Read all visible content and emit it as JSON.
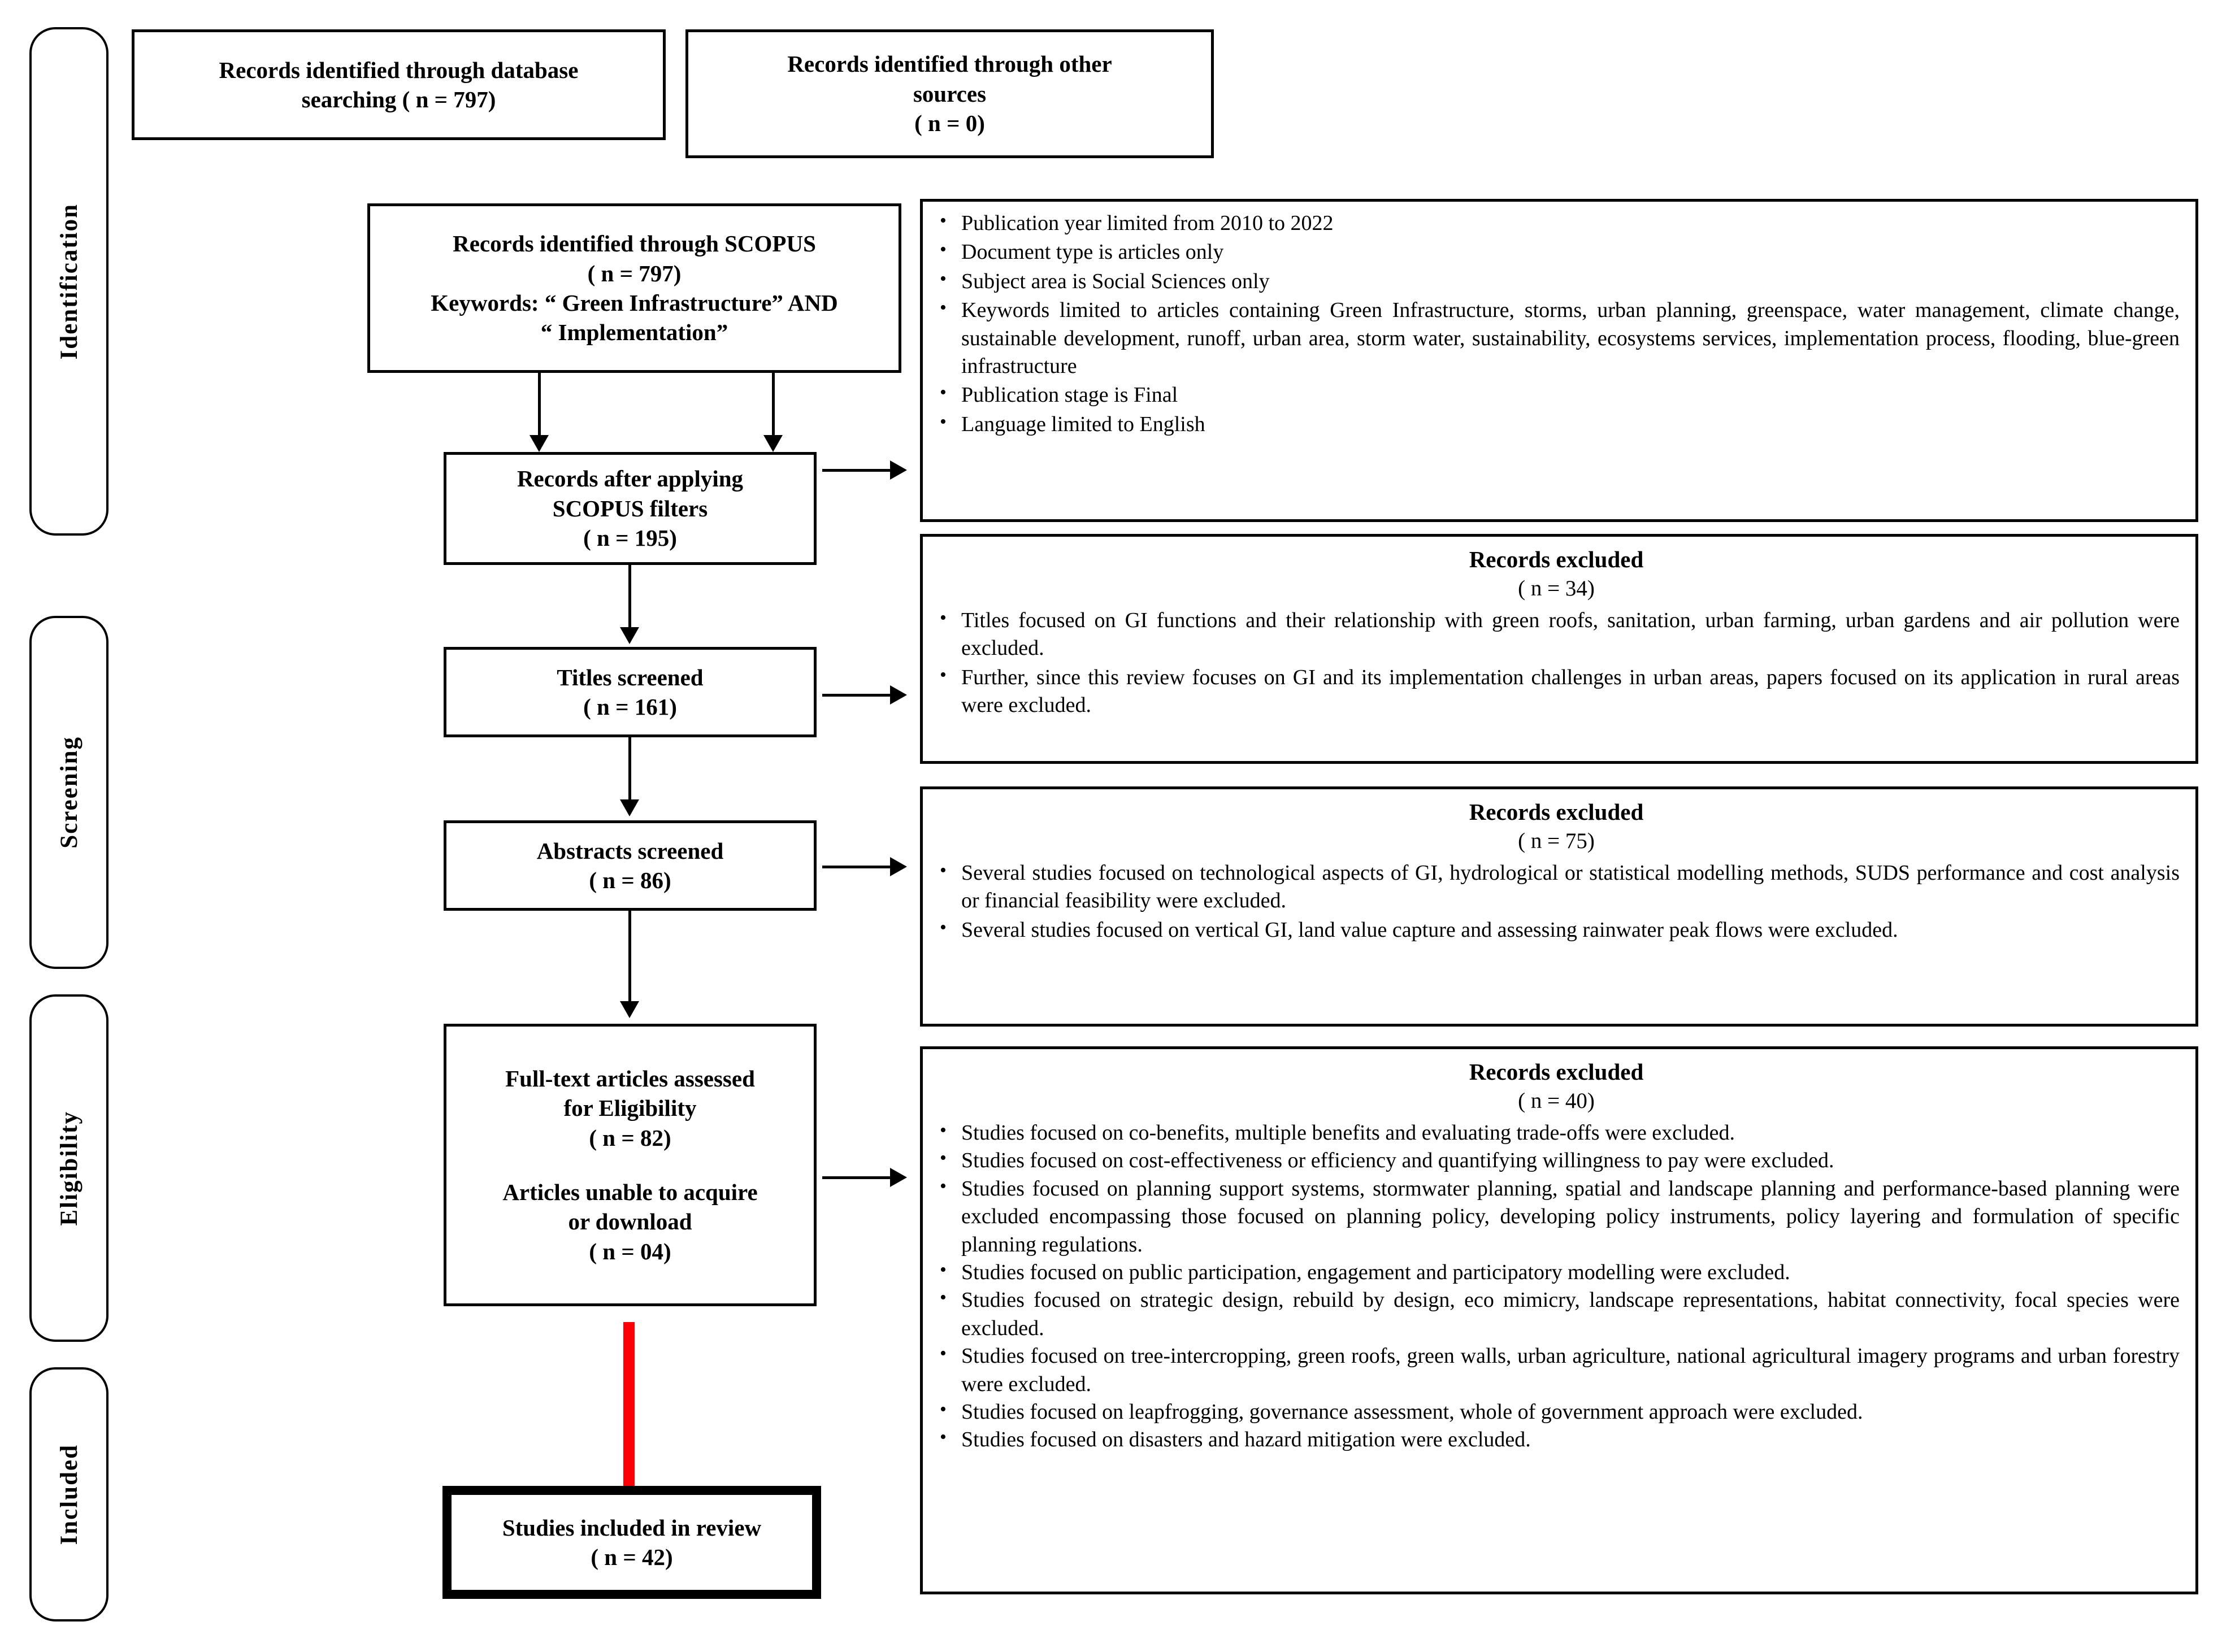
{
  "phases": [
    {
      "label": "Identification"
    },
    {
      "label": "Screening"
    },
    {
      "label": "Eligibility"
    },
    {
      "label": "Included"
    }
  ],
  "boxes": {
    "database_search": {
      "line1": "Records identified through database",
      "line2": "searching ( n = 797)"
    },
    "other_sources": {
      "line1": "Records identified through other",
      "line2": "sources",
      "line3": "( n = 0)"
    },
    "scopus": {
      "line1": "Records identified through SCOPUS",
      "line2": "( n = 797)",
      "line3": "Keywords: “ Green Infrastructure” AND",
      "line4": "“ Implementation”"
    },
    "after_filters": {
      "line1": "Records after applying",
      "line2": "SCOPUS filters",
      "line3": "( n = 195)"
    },
    "titles_screened": {
      "line1": "Titles screened",
      "line2": "( n = 161)"
    },
    "abstracts_screened": {
      "line1": "Abstracts screened",
      "line2": "( n =  86)"
    },
    "full_text": {
      "line1": "Full-text articles assessed",
      "line2": "for Eligibility",
      "line3": "( n = 82)",
      "line4": "Articles unable to acquire",
      "line5": "or download",
      "line6": "( n = 04)"
    },
    "included": {
      "line1": "Studies included in review",
      "line2": "( n = 42)"
    }
  },
  "panels": {
    "scopus_filters": {
      "items": [
        "Publication year limited  from 2010 to 2022",
        "Document type is articles only",
        "Subject area is Social Sciences only",
        "Keywords limited to articles containing Green Infrastructure, storms, urban planning, greenspace, water management, climate change, sustainable development, runoff, urban area, storm water, sustainability, ecosystems services, implementation process, flooding, blue-green infrastructure",
        "Publication stage is Final",
        "Language limited  to English"
      ]
    },
    "excluded_34": {
      "head": "Records excluded",
      "sub": "( n = 34)",
      "items": [
        "Titles  focused  on  GI  functions  and  their relationship with  green  roofs,  sanitation,  urban  farming,  urban gardens and air pollution were excluded.",
        "Further, since this review focuses on GI and its implementation challenges in urban areas, papers focused on its application in rural areas were excluded."
      ]
    },
    "excluded_75": {
      "head": "Records excluded",
      "sub": "( n = 75)",
      "items": [
        "Several studies focused on technological aspects of GI, hydrological or statistical  modelling methods, SUDS performance and cost analysis or financial feasibility were excluded.",
        "Several studies focused on vertical GI, land value capture and assessing rainwater peak flows were excluded."
      ]
    },
    "excluded_40": {
      "head": "Records excluded",
      "sub": "( n = 40)",
      "items": [
        "Studies focused on co-benefits, multiple benefits and evaluating trade-offs were excluded.",
        "Studies focused on cost-effectiveness or efficiency and quantifying willingness to pay were excluded.",
        "Studies focused on planning support systems, stormwater planning, spatial and landscape planning and performance-based planning were excluded encompassing those focused on planning policy, developing policy instruments, policy layering and formulation of specific planning regulations.",
        "Studies focused on public participation, engagement and participatory modelling were excluded.",
        "Studies focused on strategic design, rebuild by design, eco mimicry, landscape representations, habitat connectivity, focal species were excluded.",
        "Studies focused on tree-intercropping, green roofs, green walls, urban agriculture, national agricultural imagery programs and urban forestry were excluded.",
        "Studies focused on leapfrogging, governance assessment, whole of government approach were excluded.",
        "Studies focused on disasters and hazard mitigation were excluded."
      ]
    }
  },
  "colors": {
    "line": "#000000",
    "highlight_arrow": "#fb0007",
    "background": "#ffffff"
  }
}
